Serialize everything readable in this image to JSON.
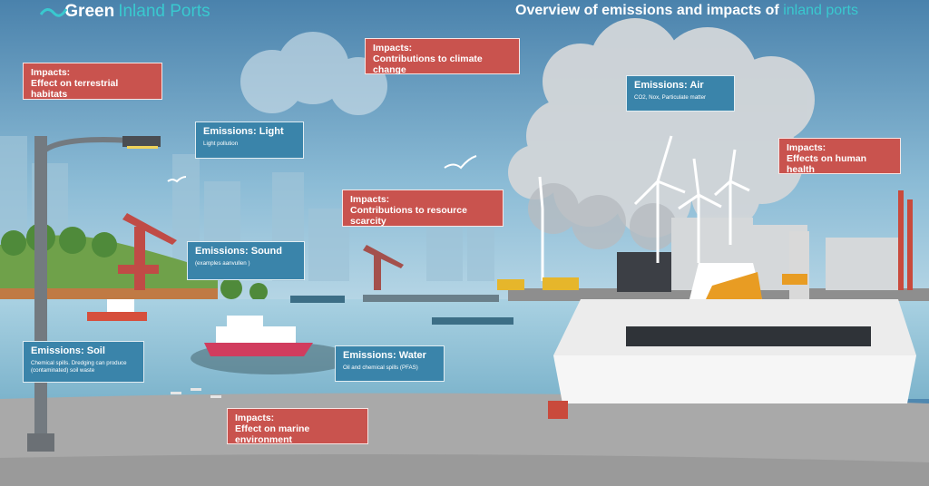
{
  "logo": {
    "word1": "Green",
    "word2": "Inland Ports"
  },
  "title": {
    "prefix": "Overview of emissions and impacts of",
    "highlight": "inland ports"
  },
  "boxes": {
    "terrestrial": {
      "heading": "Impacts:",
      "text": "Effect on terrestrial habitats"
    },
    "climate": {
      "heading": "Impacts:",
      "text": "Contributions to climate change"
    },
    "air": {
      "heading": "Emissions: Air",
      "text": "CO2, Nox, Particulate matter"
    },
    "light": {
      "heading": "Emissions: Light",
      "text": "Light pollution"
    },
    "health": {
      "heading": "Impacts:",
      "text": "Effects on human health"
    },
    "resource": {
      "heading": "Impacts:",
      "text": "Contributions to resource scarcity"
    },
    "sound": {
      "heading": "Emissions: Sound",
      "text": "(examples aanvullen )"
    },
    "soil": {
      "heading": "Emissions: Soil",
      "text": "Chemical spills. Dredging can produce (contaminated) soil waste"
    },
    "water": {
      "heading": "Emissions: Water",
      "text": "Oil and chemical spills (PFAS)"
    },
    "marine": {
      "heading": "Impacts:",
      "text": "Effect on marine environment"
    }
  },
  "colors": {
    "impact_box": "#c9534e",
    "emission_box": "#3a84aa",
    "accent": "#39c9cf",
    "sky": "#4f88b0",
    "water": "#8fc3d8",
    "quay": "#a9a9a9"
  }
}
